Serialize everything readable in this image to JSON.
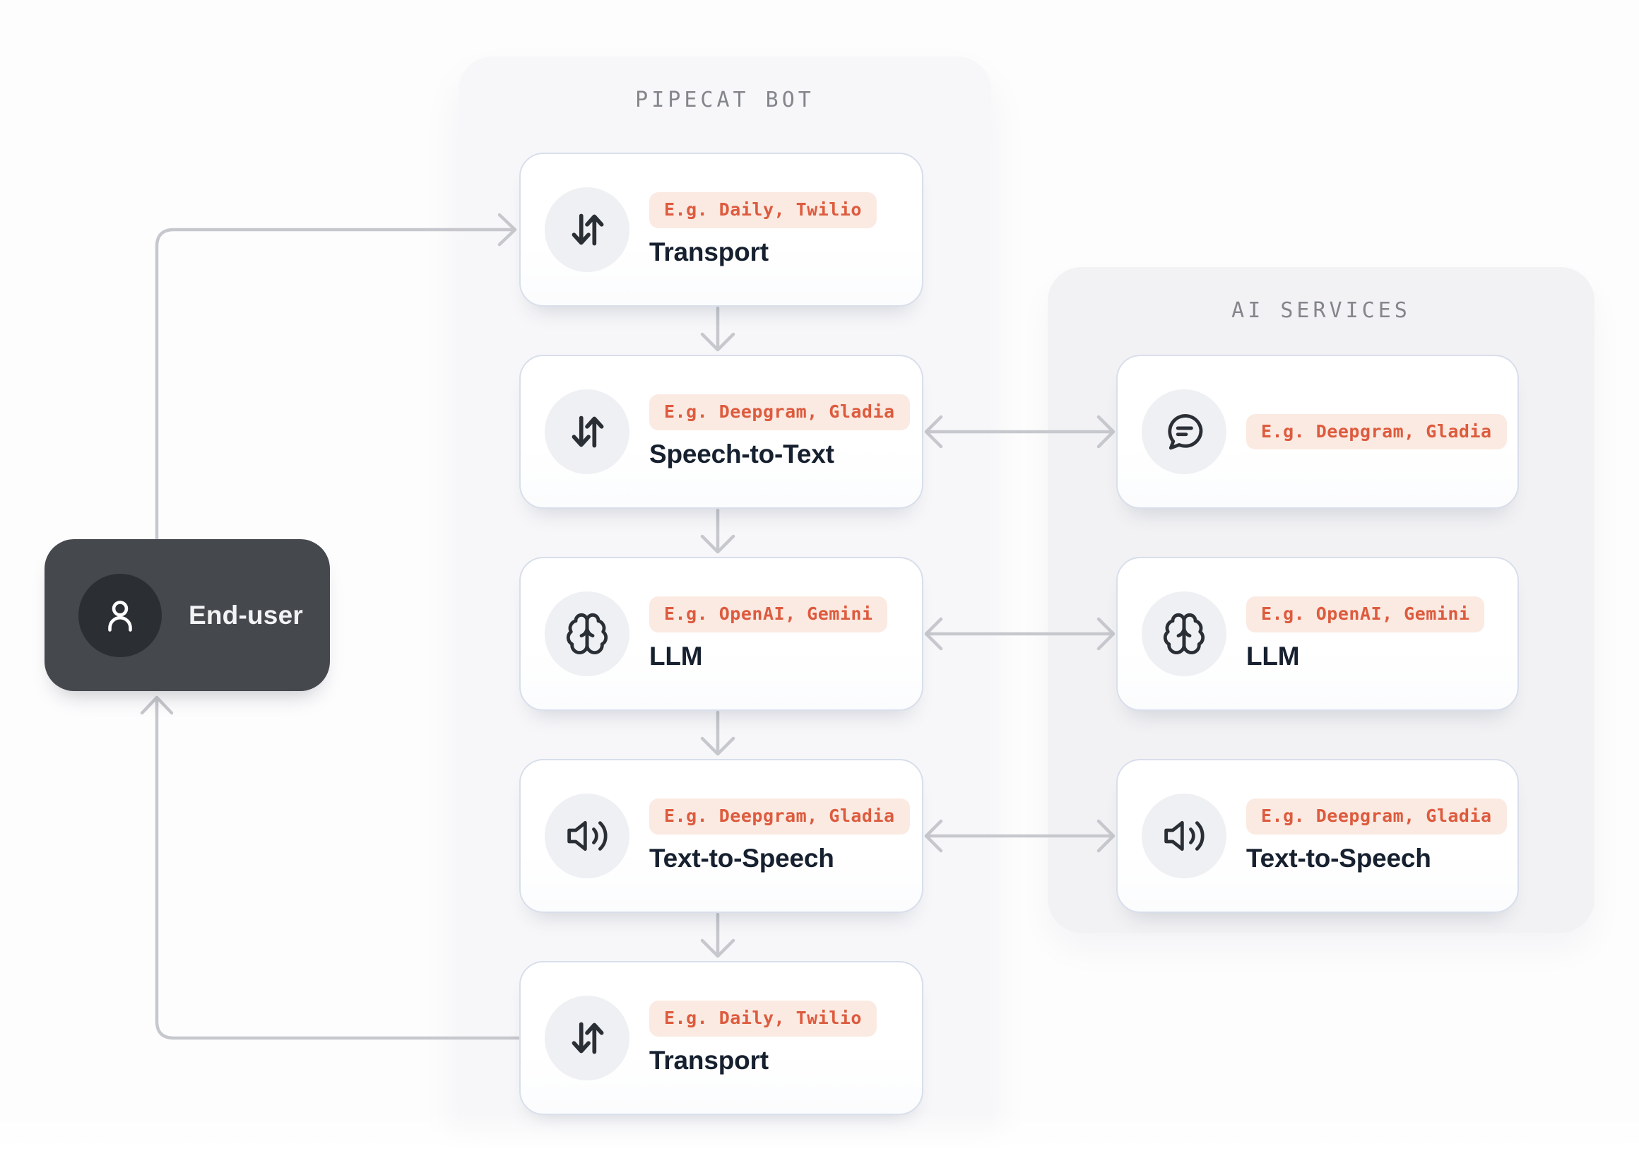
{
  "theme": {
    "page_bg": "#fdfdfe",
    "panel_bg": "#f7f7f9",
    "ai_panel_bg": "#f2f2f4",
    "card_border": "#d8deeb",
    "icon_circle_bg": "#eff0f3",
    "icon_stroke": "#2a2e35",
    "badge_bg": "#fbeae2",
    "badge_text": "#dd5b3e",
    "title_color": "#16202f",
    "panel_label_color": "#84868c",
    "arrow_color": "#c6c8cd",
    "end_user_bg": "#45484d",
    "end_user_circle_bg": "#2b2e33",
    "end_user_text": "#f2f3f5"
  },
  "end_user": {
    "label": "End-user",
    "icon": "person-icon"
  },
  "pipecat": {
    "title": "PIPECAT BOT",
    "cards": [
      {
        "icon": "updown-arrows-icon",
        "badge": "E.g. Daily, Twilio",
        "title": "Transport"
      },
      {
        "icon": "updown-arrows-icon",
        "badge": "E.g. Deepgram, Gladia",
        "title": "Speech-to-Text"
      },
      {
        "icon": "brain-icon",
        "badge": "E.g. OpenAI, Gemini",
        "title": "LLM"
      },
      {
        "icon": "speaker-icon",
        "badge": "E.g. Deepgram, Gladia",
        "title": "Text-to-Speech"
      },
      {
        "icon": "updown-arrows-icon",
        "badge": "E.g. Daily, Twilio",
        "title": "Transport"
      }
    ]
  },
  "ai_services": {
    "title": "AI SERVICES",
    "cards": [
      {
        "icon": "chat-bubble-icon",
        "badge": "E.g. Deepgram, Gladia",
        "title": null
      },
      {
        "icon": "brain-icon",
        "badge": "E.g. OpenAI, Gemini",
        "title": "LLM"
      },
      {
        "icon": "speaker-icon",
        "badge": "E.g. Deepgram, Gladia",
        "title": "Text-to-Speech"
      }
    ]
  }
}
